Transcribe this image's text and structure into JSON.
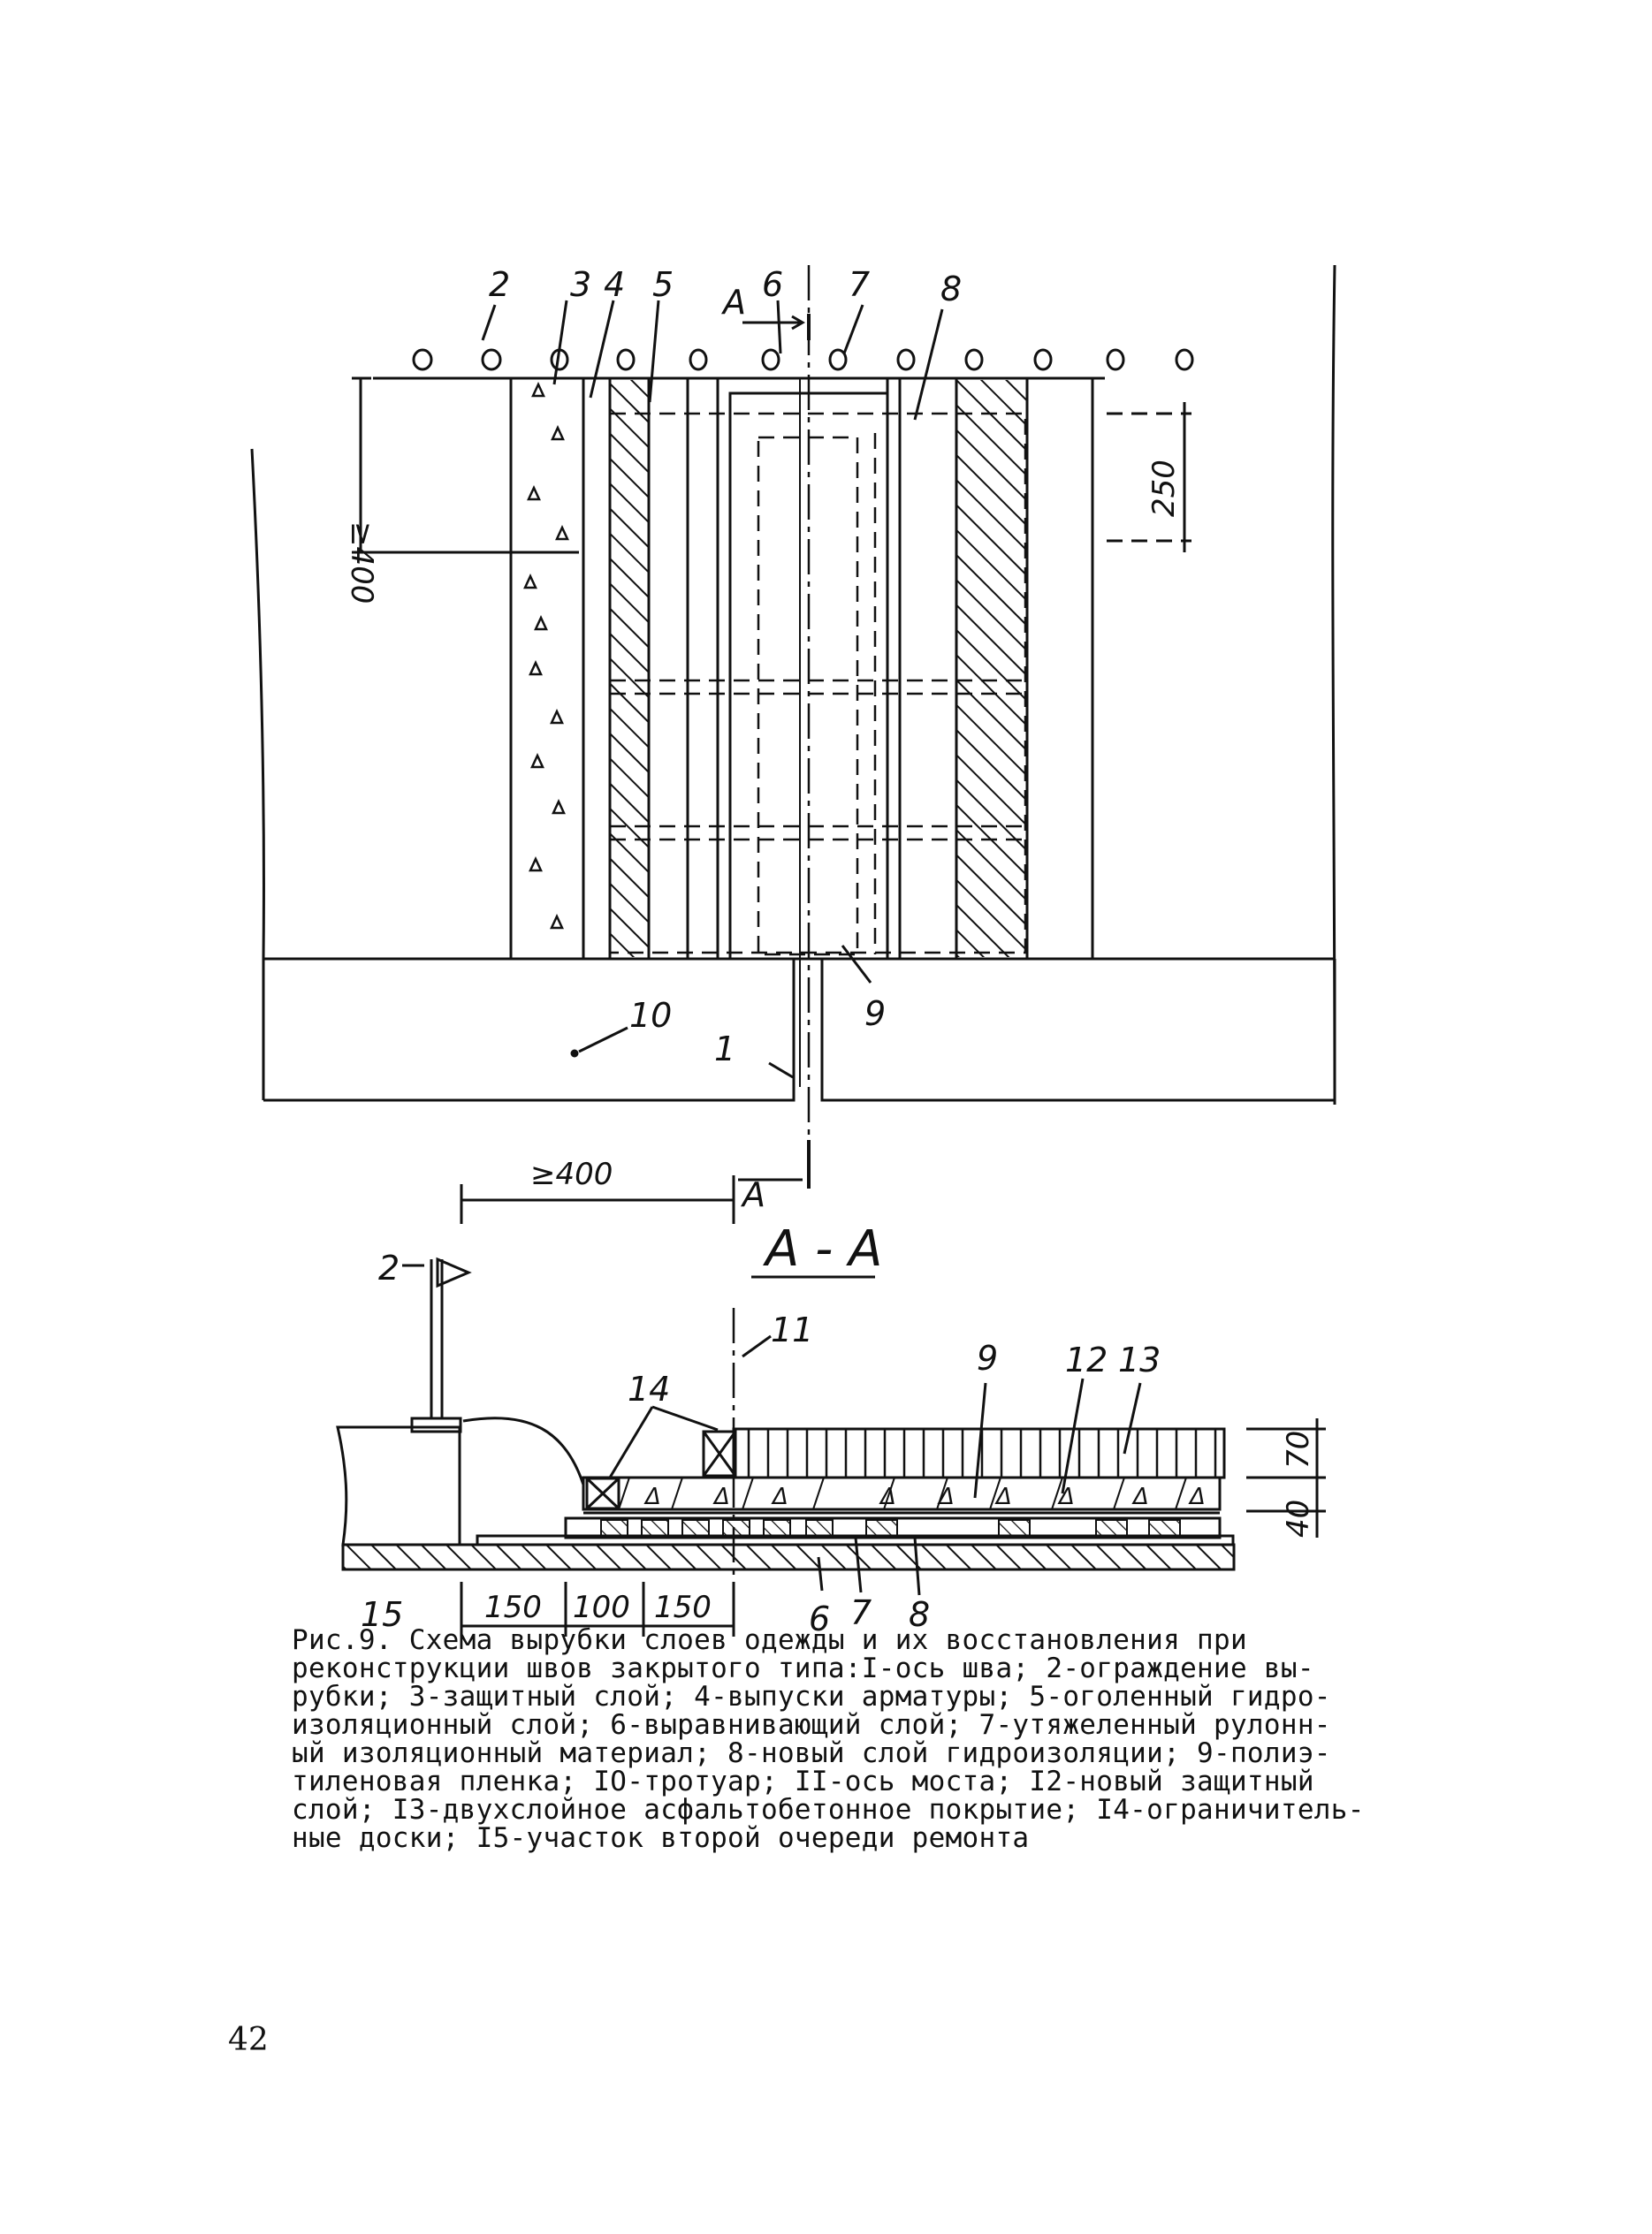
{
  "plan_view": {
    "labels": {
      "l1": "1",
      "l2": "2",
      "l3": "3",
      "l4": "4",
      "l5": "5",
      "l6": "6",
      "l7": "7",
      "l8": "8",
      "l9": "9",
      "l10": "10"
    },
    "dims": {
      "min_400": "≥400",
      "d250": "250"
    },
    "section_mark": "А"
  },
  "section_view": {
    "title": "А - А",
    "labels": {
      "l2": "2",
      "l6": "6",
      "l7": "7",
      "l8": "8",
      "l9": "9",
      "l11": "11",
      "l12": "12",
      "l13": "13",
      "l14": "14",
      "l15": "15"
    },
    "dims": {
      "min_400": "≥400",
      "d70": "70",
      "d40": "40",
      "d150a": "150",
      "d100": "100",
      "d150b": "150"
    },
    "aggregate_mark": "Δ"
  },
  "caption": {
    "lines": [
      "Рис.9. Схема вырубки слоев одежды и их восстановления при",
      "реконструкции швов закрытого типа:I-ось шва; 2-ограждение вы-",
      "рубки; 3-защитный слой; 4-выпуски арматуры; 5-оголенный гидро-",
      "изоляционный слой; 6-выравнивающий слой; 7-утяжеленный рулонн-",
      "ый изоляционный материал; 8-новый слой гидроизоляции; 9-полиэ-",
      "тиленовая пленка; IO-тротуар; II-ось моста; I2-новый защитный",
      "слой; I3-двухслойное асфальтобетонное покрытие; I4-ограничитель-",
      "ные доски; I5-участок второй очереди ремонта"
    ]
  },
  "page_number": "42"
}
